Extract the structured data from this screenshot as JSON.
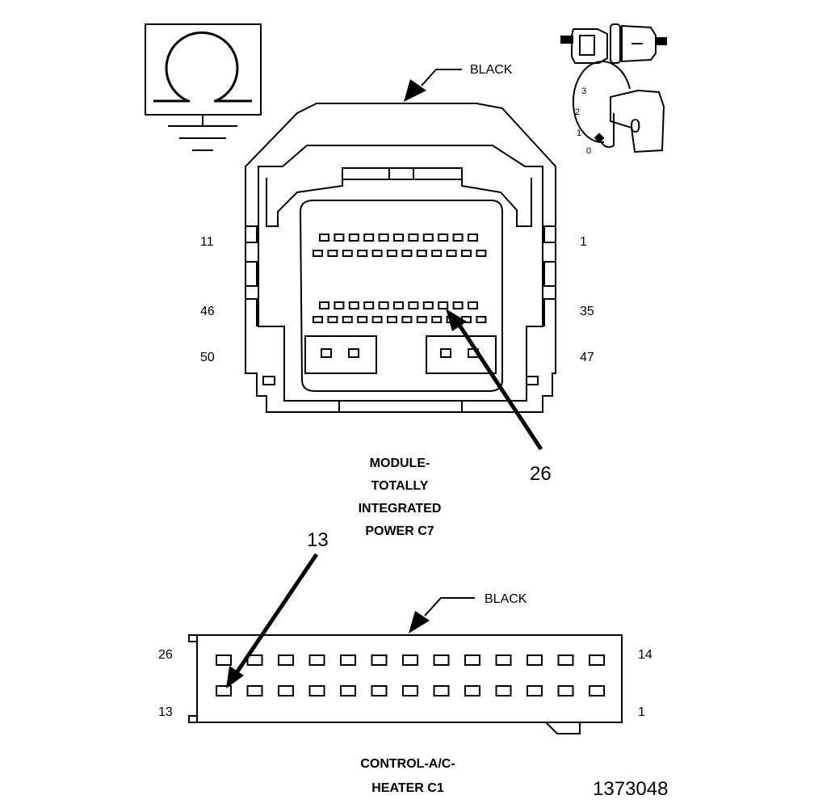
{
  "top_connector": {
    "color_label": "BLACK",
    "pin_labels": {
      "row1_left": "11",
      "row1_right": "1",
      "row2_left": "46",
      "row2_right": "35",
      "row3_left": "50",
      "row3_right": "47"
    },
    "callout_pin": "26",
    "title_lines": [
      "MODULE-",
      "TOTALLY",
      "INTEGRATED",
      "POWER C7"
    ]
  },
  "bottom_connector": {
    "color_label": "BLACK",
    "callout_pin": "13",
    "pin_labels": {
      "top_left": "26",
      "top_right": "14",
      "bottom_left": "13",
      "bottom_right": "1"
    },
    "title_lines": [
      "CONTROL-A/C-",
      "HEATER C1"
    ]
  },
  "ignition_positions": [
    "3",
    "2",
    "1",
    "0"
  ],
  "ignition_key_label": "0",
  "figure_id": "1373048",
  "icons": [
    "ohmmeter-ground-icon",
    "connector-plug-icon",
    "ignition-switch-icon"
  ]
}
